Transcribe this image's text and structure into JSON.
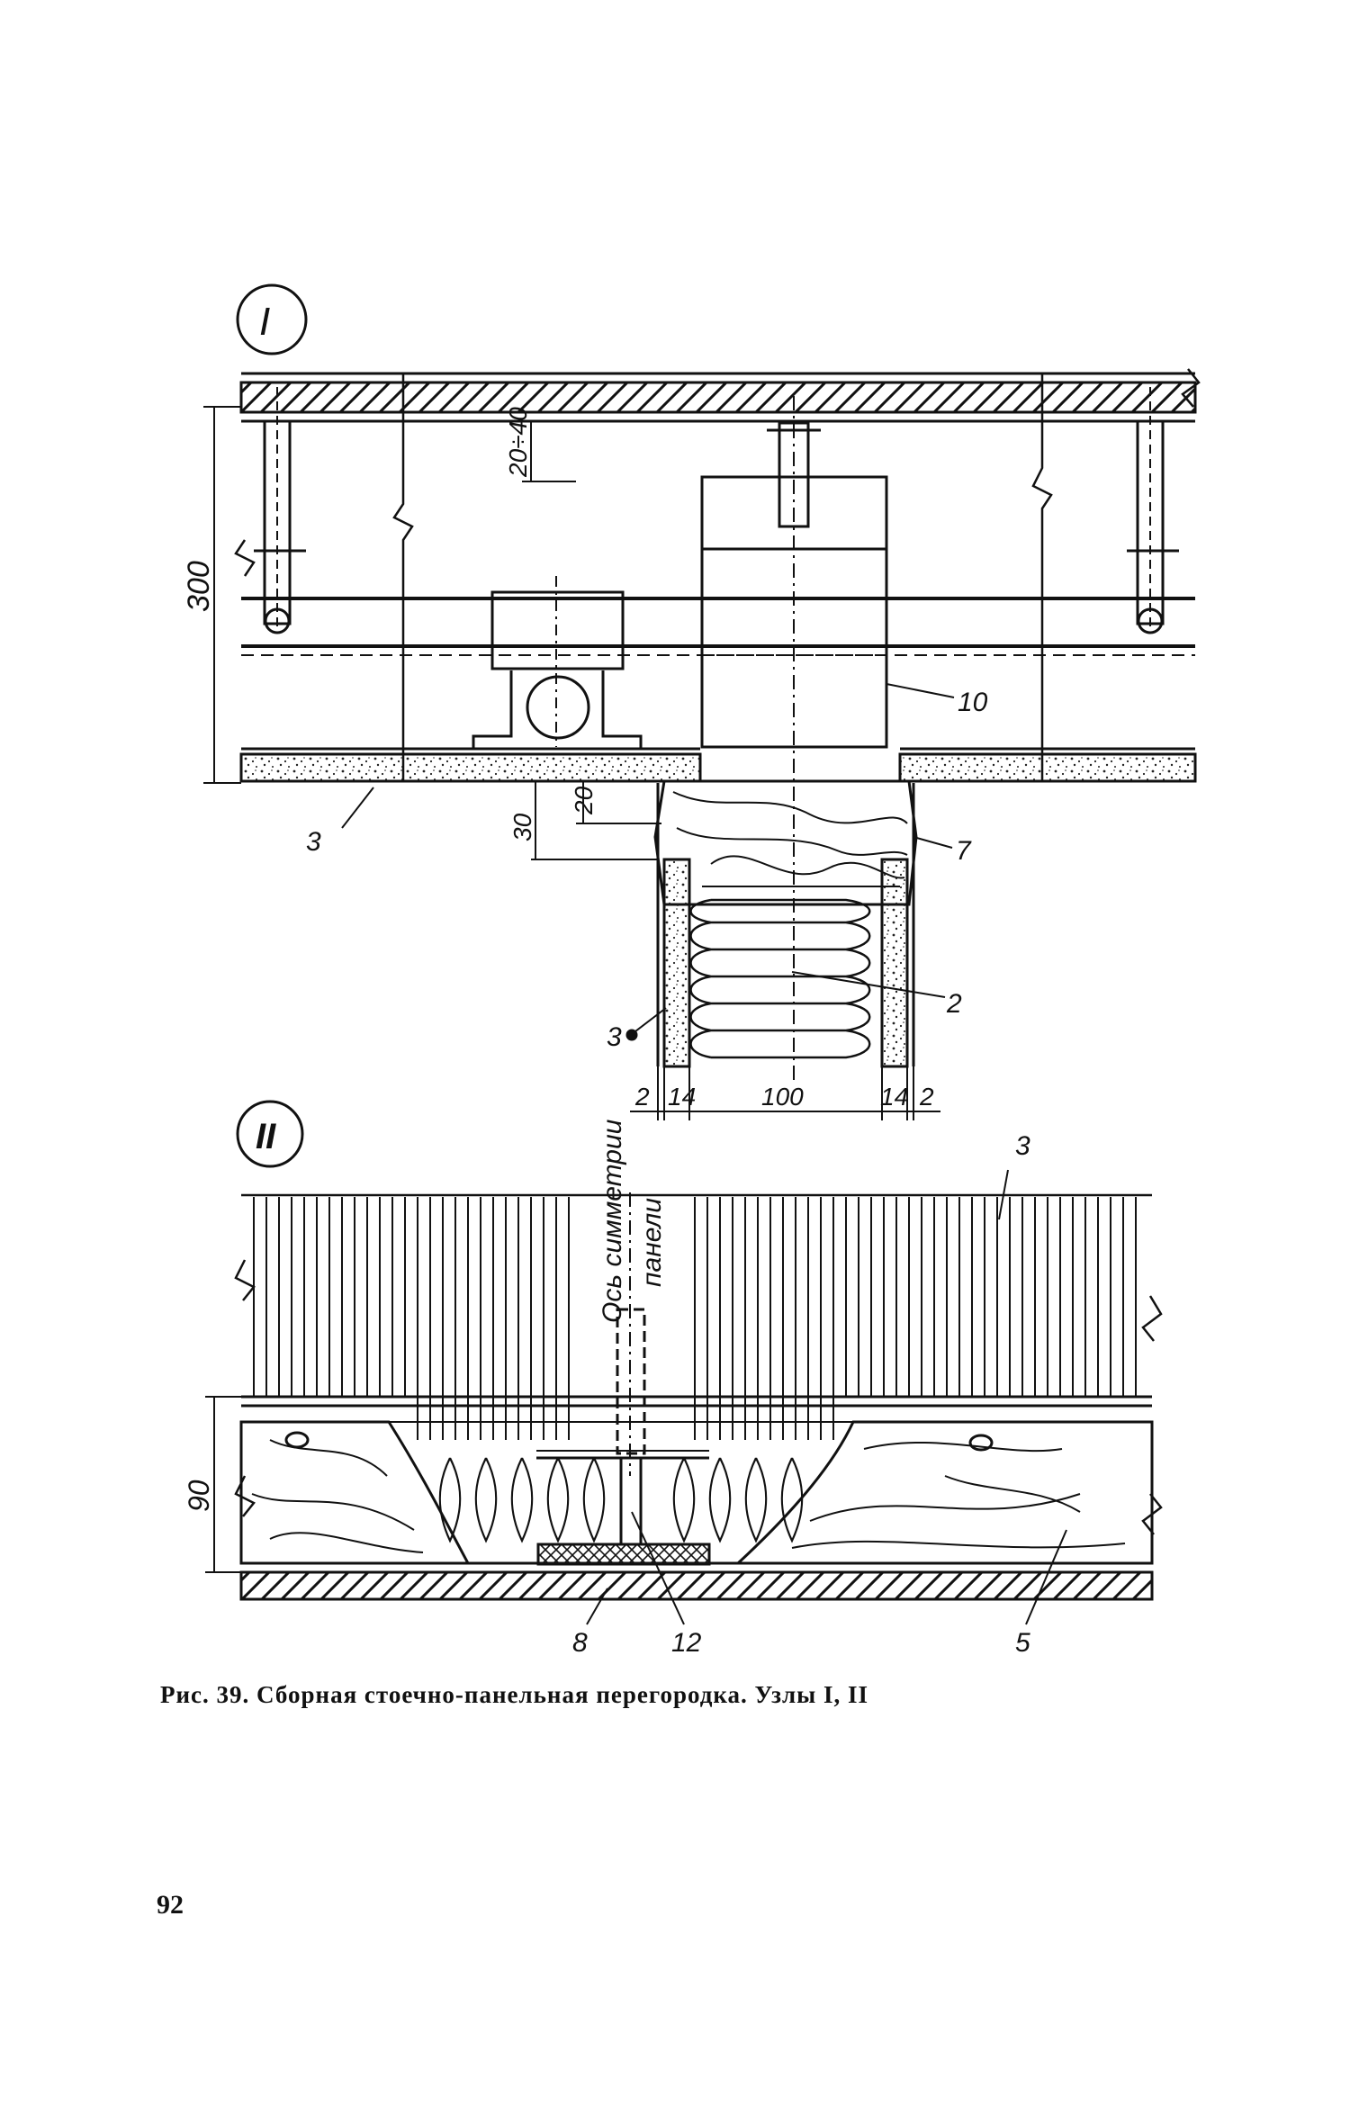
{
  "node_1": {
    "marker": "I"
  },
  "node_2": {
    "marker": "II"
  },
  "dimensions": {
    "total_height": "300",
    "gap": "20÷40",
    "offset_30": "30",
    "offset_20": "20",
    "left_sheet": "2",
    "left_board": "14",
    "core": "100",
    "right_board": "14",
    "right_sheet": "2",
    "bottom_height": "90"
  },
  "callouts": {
    "n10": "10",
    "n3_left": "3",
    "n7": "7",
    "n2": "2",
    "n3_dot": "3",
    "n3_top": "3",
    "n8": "8",
    "n12": "12",
    "n5": "5"
  },
  "axis_label": {
    "line1": "Ось симметрии",
    "line2": "панели"
  },
  "caption": "Рис. 39. Сборная стоечно-панельная перегородка. Узлы I, II",
  "page_number": "92"
}
